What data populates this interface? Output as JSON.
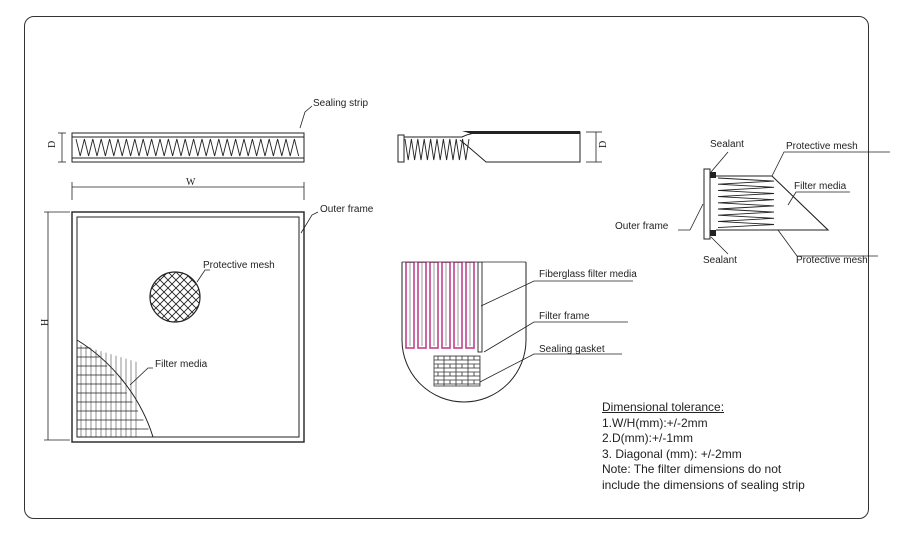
{
  "labels": {
    "sealing_strip": "Sealing strip",
    "outer_frame_top": "Outer frame",
    "protective_mesh_front": "Protective mesh",
    "filter_media_front": "Filter media",
    "fiberglass": "Fiberglass filter media",
    "filter_frame": "Filter frame",
    "sealing_gasket": "Sealing gasket",
    "sealant_top": "Sealant",
    "protective_mesh_top": "Protective mesh",
    "filter_media_side": "Filter media",
    "outer_frame_side": "Outer frame",
    "sealant_bottom": "Sealant",
    "protective_mesh_bottom": "Protective mesh"
  },
  "dimensions": {
    "w": "W",
    "h": "H",
    "d_top": "D",
    "d_side": "D"
  },
  "notes": {
    "title": "Dimensional tolerance:",
    "lines": [
      "1.W/H(mm):+/-2mm",
      "2.D(mm):+/-1mm",
      "3. Diagonal (mm): +/-2mm",
      "Note: The filter dimensions do not",
      "include the dimensions of sealing strip"
    ]
  },
  "colors": {
    "line": "#222222",
    "media_pink": "#c2418f"
  }
}
